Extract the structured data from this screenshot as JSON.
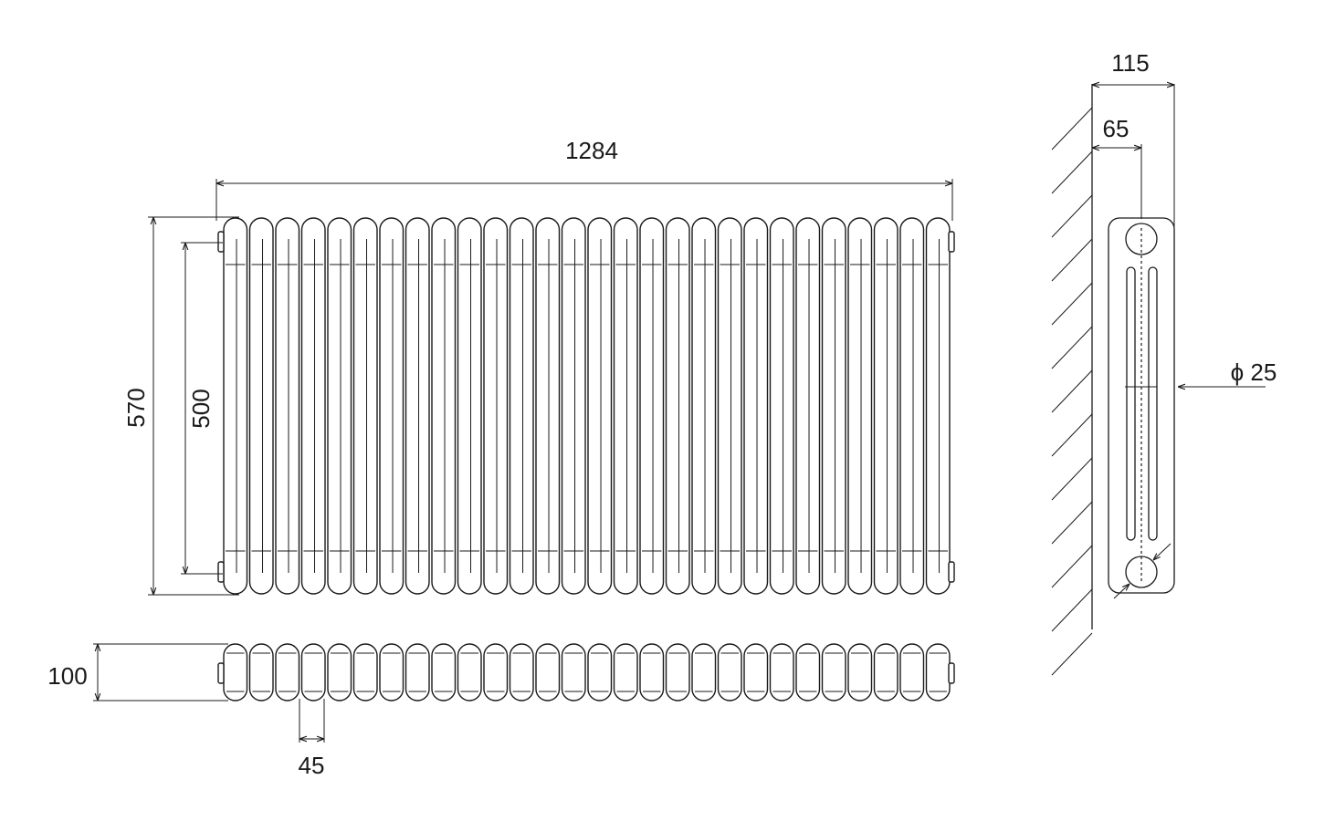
{
  "colors": {
    "line": "#1a1a1a",
    "background": "#ffffff"
  },
  "front_view": {
    "column_count": 28
  },
  "dimensions": {
    "overall_width": "1284",
    "overall_height": "570",
    "pipe_centres": "500",
    "plan_depth": "100",
    "section_pitch": "45",
    "side_depth": "115",
    "wall_to_pipe": "65",
    "pipe_diameter": "ϕ 25"
  }
}
